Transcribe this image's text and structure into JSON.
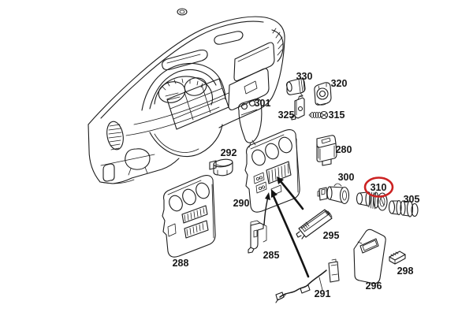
{
  "figure": {
    "kind": "exploded-parts-diagram",
    "subject": "vehicle dashboard / instrument panel with cigarette lighter assembly",
    "background": "#ffffff",
    "line_color": "#1c1c1c",
    "highlight_color": "#cc2222",
    "highlighted_part": "310"
  },
  "labels": {
    "280": "280",
    "285": "285",
    "288": "288",
    "290": "290",
    "291": "291",
    "292": "292",
    "295": "295",
    "296": "296",
    "298": "298",
    "300": "300",
    "301": "301",
    "305": "305",
    "310": "310",
    "315": "315",
    "320": "320",
    "325": "325",
    "330": "330"
  }
}
